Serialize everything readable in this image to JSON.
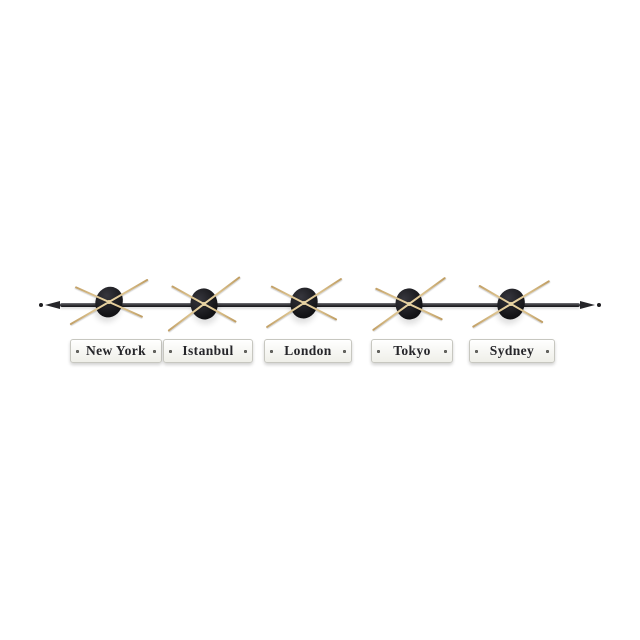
{
  "product": {
    "cities": [
      {
        "city": "New York"
      },
      {
        "city": "Istanbul"
      },
      {
        "city": "London"
      },
      {
        "city": "Tokyo"
      },
      {
        "city": "Sydney"
      }
    ],
    "colors": {
      "hands_gold": "#e0c28c",
      "dial_black": "#17171a",
      "rod_metal": "#3a3a3e",
      "plate_white": "#fbfbf7",
      "plate_text": "#26262a"
    }
  }
}
